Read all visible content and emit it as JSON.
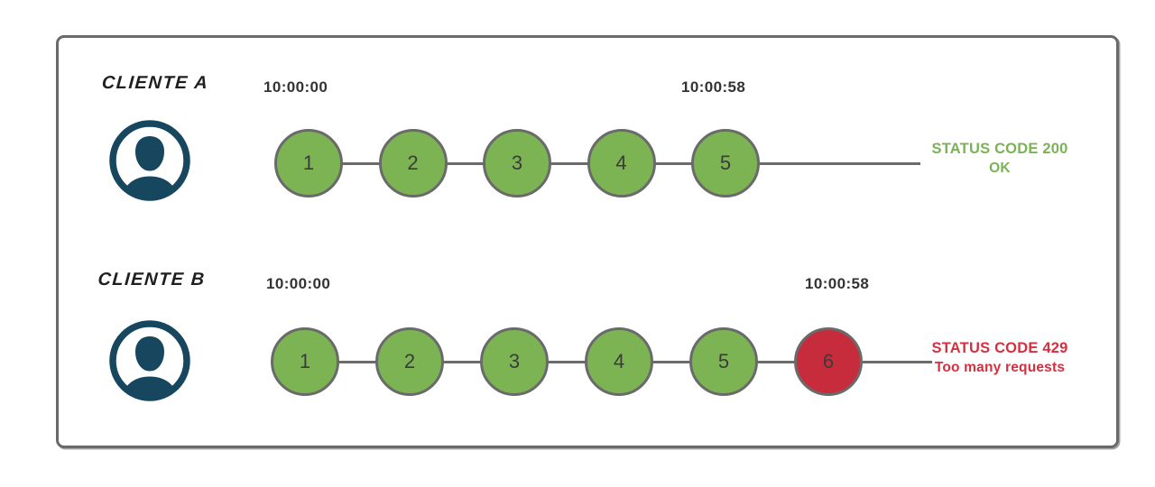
{
  "diagram": {
    "rows": [
      {
        "client_label": "CLIENTE A",
        "time_start": "10:00:00",
        "time_end": "10:00:58",
        "requests": [
          {
            "n": "1",
            "state": "ok"
          },
          {
            "n": "2",
            "state": "ok"
          },
          {
            "n": "3",
            "state": "ok"
          },
          {
            "n": "4",
            "state": "ok"
          },
          {
            "n": "5",
            "state": "ok"
          }
        ],
        "status_line1": "STATUS CODE 200",
        "status_line2": "OK",
        "status_state": "ok"
      },
      {
        "client_label": "CLIENTE B",
        "time_start": "10:00:00",
        "time_end": "10:00:58",
        "requests": [
          {
            "n": "1",
            "state": "ok"
          },
          {
            "n": "2",
            "state": "ok"
          },
          {
            "n": "3",
            "state": "ok"
          },
          {
            "n": "4",
            "state": "ok"
          },
          {
            "n": "5",
            "state": "ok"
          },
          {
            "n": "6",
            "state": "limited"
          }
        ],
        "status_line1": "STATUS CODE 429",
        "status_line2": "Too many requests",
        "status_state": "limited"
      }
    ],
    "icons": {
      "avatar": "user-avatar-icon"
    },
    "colors": {
      "ok_fill": "#7CB454",
      "limited_fill": "#C62C3C",
      "ok_text": "#7AB356",
      "limited_text": "#D62F3F",
      "connector": "#6B6B6B",
      "avatar": "#17465F",
      "timestamp": "#333333",
      "frame_border": "#6A6A6A"
    }
  }
}
